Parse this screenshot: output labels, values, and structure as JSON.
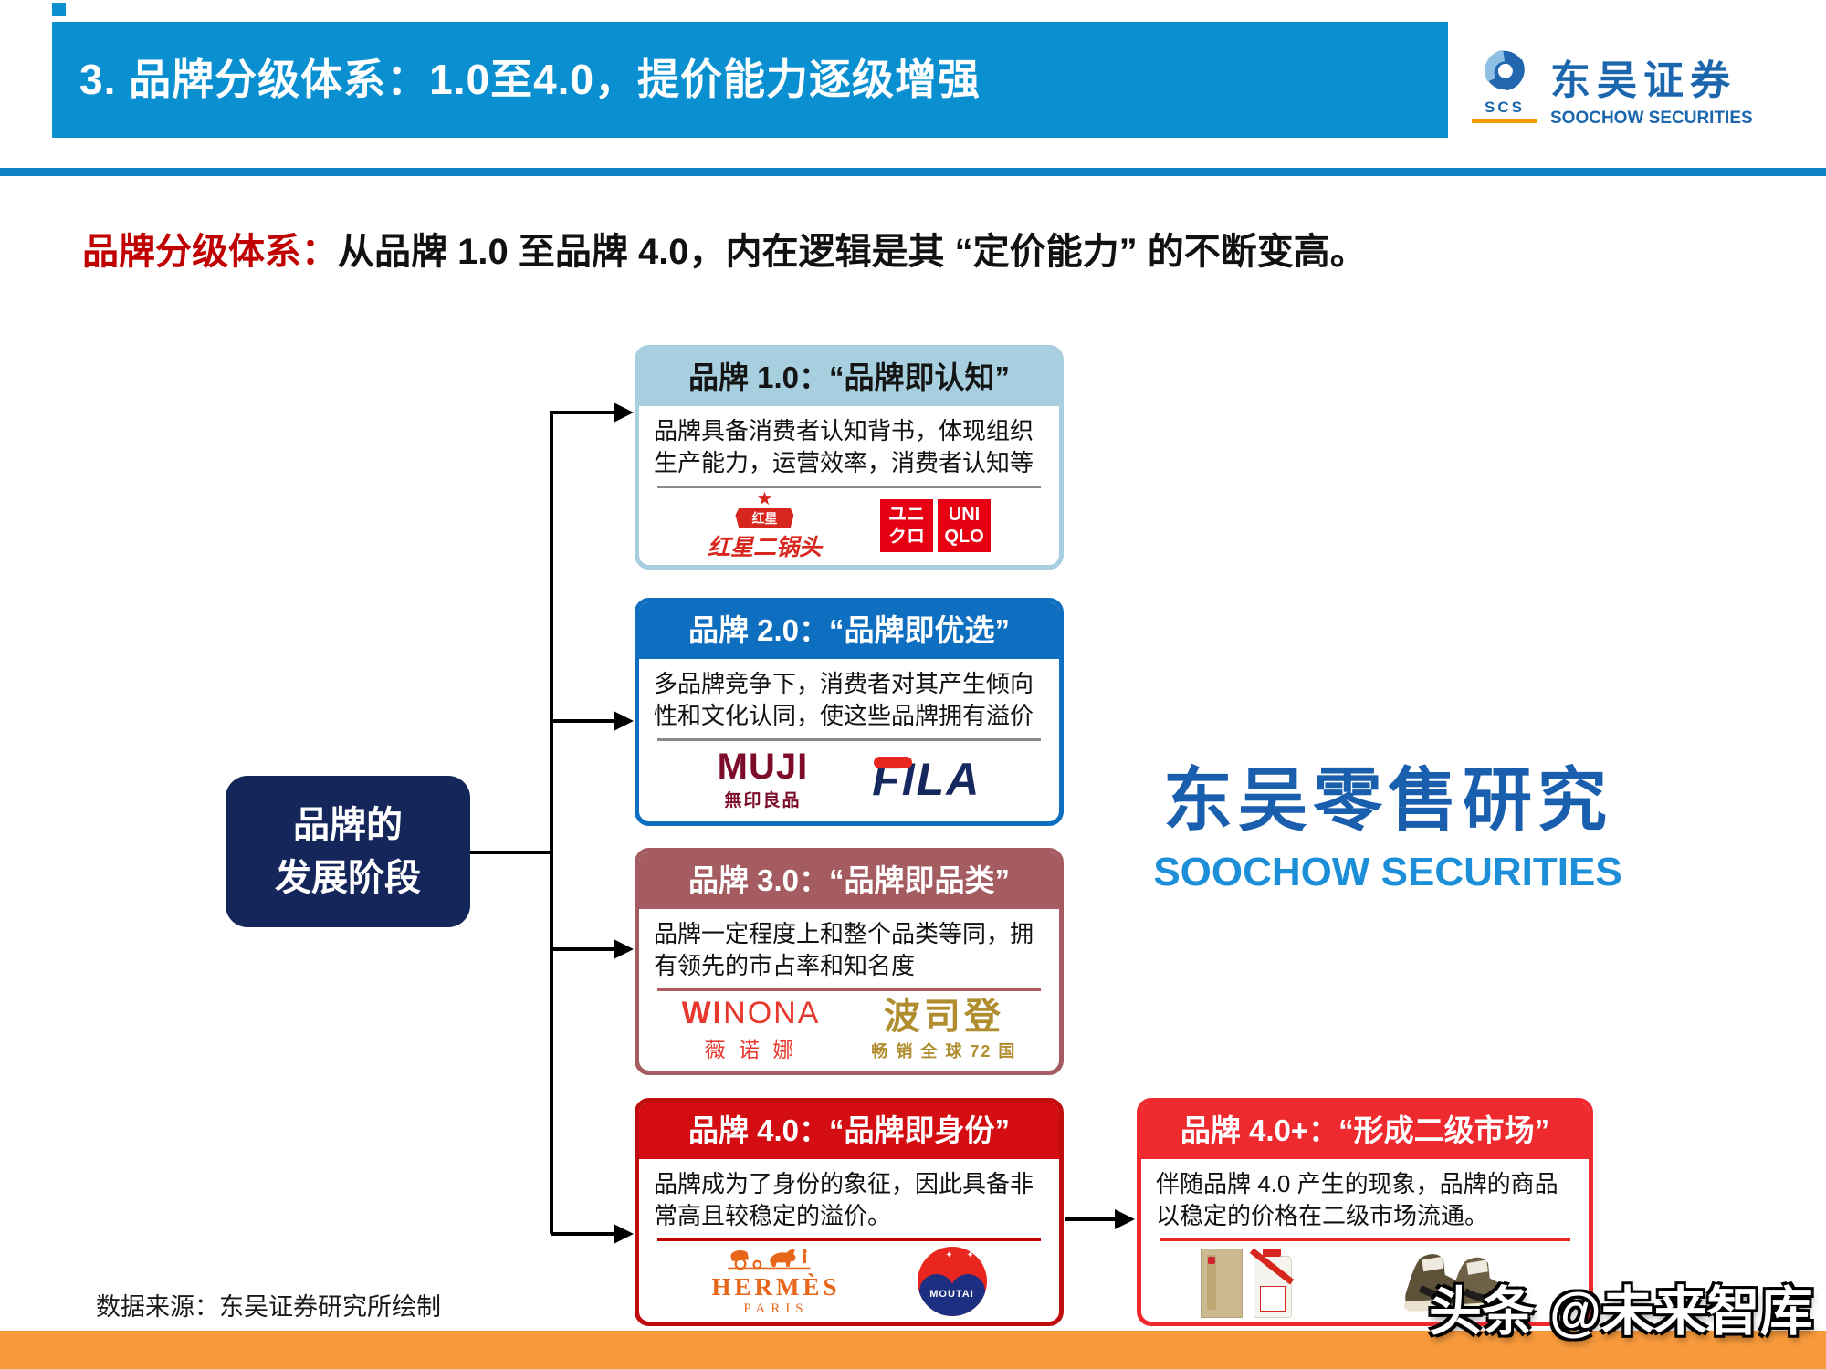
{
  "header": {
    "title": "3. 品牌分级体系：1.0至4.0，提价能力逐级增强",
    "bar_color": "#0a90d0"
  },
  "brand_logo": {
    "scs": "SCS",
    "cn": "东吴证券",
    "en": "SOOCHOW SECURITIES"
  },
  "subtitle": {
    "label": "品牌分级体系：",
    "text": "从品牌 1.0 至品牌 4.0，内在逻辑是其 “定价能力” 的不断变高。"
  },
  "left_box": {
    "line1": "品牌的",
    "line2": "发展阶段"
  },
  "stages": [
    {
      "title": "品牌 1.0：“品牌即认知”",
      "desc": "品牌具备消费者认知背书，体现组织生产能力，运营效率，消费者认知等",
      "accent": "#a8cfdf"
    },
    {
      "title": "品牌 2.0：“品牌即优选”",
      "desc": "多品牌竞争下，消费者对其产生倾向性和文化认同，使这些品牌拥有溢价",
      "accent": "#0e6fc0"
    },
    {
      "title": "品牌 3.0：“品牌即品类”",
      "desc": "品牌一定程度上和整个品类等同，拥有领先的市占率和知名度",
      "accent": "#a45c61"
    },
    {
      "title": "品牌 4.0：“品牌即身份”",
      "desc": "品牌成为了身份的象征，因此具备非常高且较稳定的溢价。",
      "accent": "#d40d12"
    },
    {
      "title": "品牌 4.0+：“形成二级市场”",
      "desc": "伴随品牌 4.0 产生的现象，品牌的商品以稳定的价格在二级市场流通。",
      "accent": "#ee2a2f"
    }
  ],
  "logos": {
    "hongxing": {
      "banner": "红星",
      "name": "红星二锅头"
    },
    "uniqlo": {
      "jp_top": "ユニ",
      "jp_bottom": "クロ",
      "en_top": "UNI",
      "en_bottom": "QLO"
    },
    "muji": {
      "en": "MUJI",
      "cn": "無印良品"
    },
    "fila": {
      "en": "FILA"
    },
    "winona": {
      "en_bold": "WI",
      "en_rest": "NONA",
      "cn": "薇 诺 娜"
    },
    "bosideng": {
      "cn": "波司登",
      "sub": "畅 销 全 球 72 国"
    },
    "hermes": {
      "en": "HERMÈS",
      "sub": "PARIS"
    },
    "moutai": {
      "en": "MOUTAI"
    }
  },
  "retail_logo": {
    "cn": "东吴零售研究",
    "en": "SOOCHOW SECURITIES"
  },
  "source": "数据来源：东吴证券研究所绘制",
  "watermark": "头条 @未来智库"
}
